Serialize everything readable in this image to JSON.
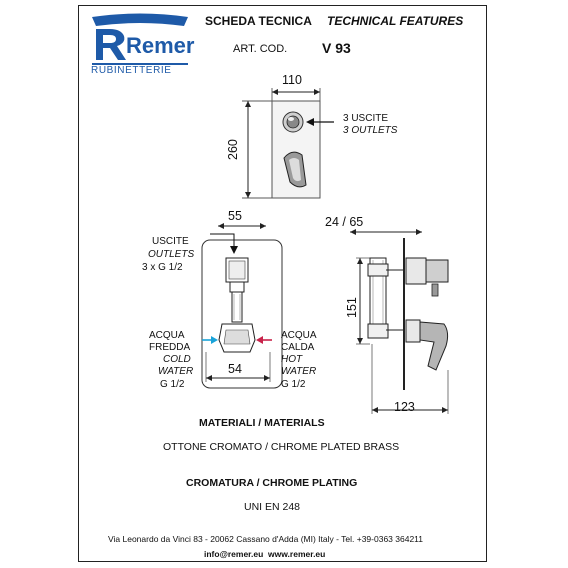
{
  "header": {
    "brand": "Remer",
    "brand_sub": "RUBINETTERIE",
    "title_it": "SCHEDA TECNICA",
    "title_en": "TECHNICAL FEATURES",
    "art_label": "ART. COD.",
    "art_code": "V 93"
  },
  "front_view": {
    "width": "110",
    "height": "260",
    "outlets_it": "3 USCITE",
    "outlets_en": "3 OUTLETS"
  },
  "rear_view": {
    "width_top": "55",
    "width_bottom": "54",
    "outlets_label_it": "USCITE",
    "outlets_label_en": "OUTLETS",
    "outlets_size": "3 x G 1/2",
    "cold_it_1": "ACQUA",
    "cold_it_2": "FREDDA",
    "cold_en_1": "COLD",
    "cold_en_2": "WATER",
    "cold_size": "G 1/2",
    "hot_it_1": "ACQUA",
    "hot_it_2": "CALDA",
    "hot_en_1": "HOT",
    "hot_en_2": "WATER",
    "hot_size": "G 1/2"
  },
  "side_view": {
    "depth": "24 / 65",
    "height": "151",
    "length": "123"
  },
  "specs": {
    "materials_title": "MATERIALI / MATERIALS",
    "materials_value": "OTTONE CROMATO / CHROME PLATED BRASS",
    "plating_title": "CROMATURA / CHROME PLATING",
    "plating_value": "UNI EN 248"
  },
  "footer": {
    "address": "Via Leonardo da Vinci 83 - 20062 Cassano d'Adda (MI) Italy - Tel. +39-0363 364211",
    "contacts": "info@remer.eu  www.remer.eu"
  },
  "colors": {
    "brand_blue": "#1e5aa8",
    "cold_arrow": "#1aa3d9",
    "hot_arrow": "#c8234a"
  }
}
